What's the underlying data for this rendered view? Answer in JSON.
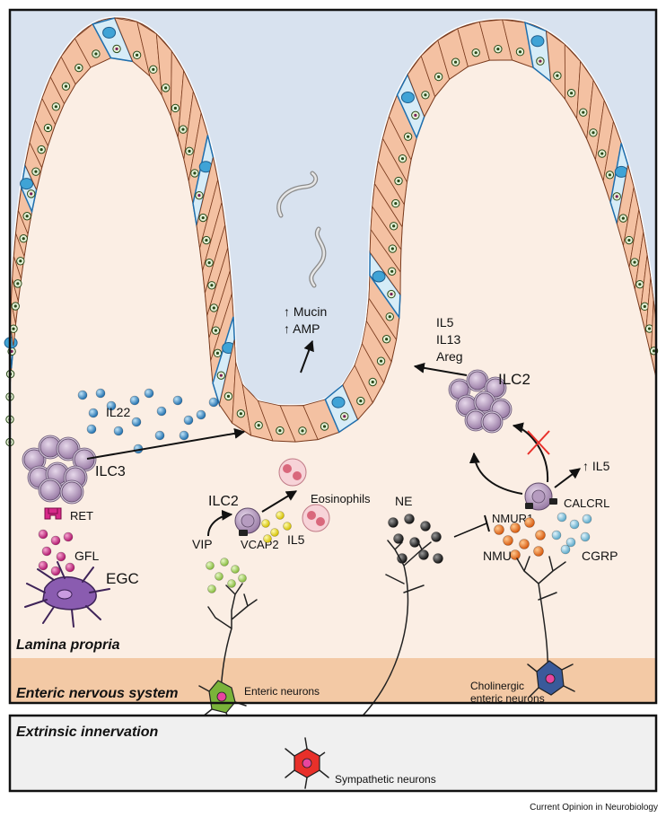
{
  "figure": {
    "credit": "Current Opinion in Neurobiology",
    "regions": {
      "lamina_propria": "Lamina propria",
      "enteric_nervous_system": "Enteric nervous system",
      "extrinsic_innervation": "Extrinsic innervation"
    },
    "labels": {
      "mucin": "↑ Mucin",
      "amp": "↑ AMP",
      "il22": "IL22",
      "ilc3": "ILC3",
      "ret": "RET",
      "gfl": "GFL",
      "egc": "EGC",
      "ilc2_left": "ILC2",
      "vip": "VIP",
      "vcap2": "VCAP2",
      "il5_left": "IL5",
      "eosinophils": "Eosinophils",
      "enteric_neurons": "Enteric neurons",
      "ne": "NE",
      "nmur1": "NMUR1",
      "nmu": "NMU",
      "calcrl": "CALCRL",
      "il5_up": "↑ IL5",
      "cgrp": "CGRP",
      "ilc2_right": "ILC2",
      "il5_right": "IL5",
      "il13": "IL13",
      "areg": "Areg",
      "cholinergic_1": "Cholinergic",
      "cholinergic_2": "enteric neurons",
      "sympathetic_neurons": "Sympathetic neurons"
    },
    "colors": {
      "lumen": "#d8e2ef",
      "lamina": "#fbeee4",
      "enteric_band": "#f3c9a5",
      "extrinsic": "#f0f0f0",
      "epithelium": "#f4c1a2",
      "goblet": "#3fa3d6",
      "ilc": "#b8a0be",
      "il22_dot": "#3b8fc9",
      "gfl_dot": "#d8288a",
      "vip_dot": "#a8d86a",
      "il5_dot": "#f0e020",
      "nmu_dot": "#f07820",
      "cgrp_dot": "#8cc8e0",
      "ne_dot": "#222222",
      "egc": "#8a5cb0",
      "enteric_neuron": "#7ab33a",
      "cholinergic_neuron": "#3a5a9a",
      "sympathetic_neuron": "#e8302a"
    }
  }
}
